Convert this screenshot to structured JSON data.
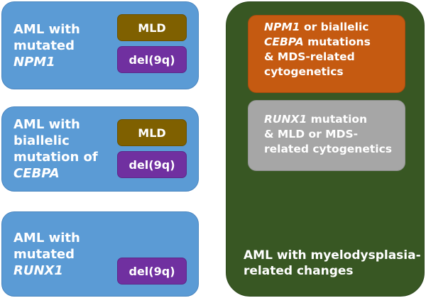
{
  "left_boxes": [
    {
      "line1": "AML with",
      "line2": "mutated",
      "gene": "NPM1",
      "mld_label": "MLD",
      "del_label": "del(9q)"
    },
    {
      "line1": "AML with",
      "line2": "biallelic",
      "line3": "mutation of",
      "gene": "CEBPA",
      "mld_label": "MLD",
      "del_label": "del(9q)"
    },
    {
      "line1": "AML with",
      "line2": "mutated",
      "gene": "RUNX1",
      "del_label": "del(9q)"
    }
  ],
  "right_panel": {
    "orange_box": {
      "gene1": "NPM1",
      "text1": " or biallelic",
      "gene2": "CEBPA",
      "text2": " mutations",
      "text3": "& MDS-related",
      "text4": "cytogenetics"
    },
    "gray_box": {
      "gene": "RUNX1",
      "text1": " mutation",
      "text2": "& MLD or MDS-",
      "text3": "related cytogenetics"
    },
    "label_line1": "AML with myelodysplasia-",
    "label_line2": "related changes"
  },
  "colors": {
    "left_box": "#5b9bd5",
    "mld_pill": "#7f6000",
    "del_pill": "#7030a0",
    "right_panel": "#385723",
    "orange_box": "#c55a11",
    "gray_box": "#a6a6a6"
  }
}
